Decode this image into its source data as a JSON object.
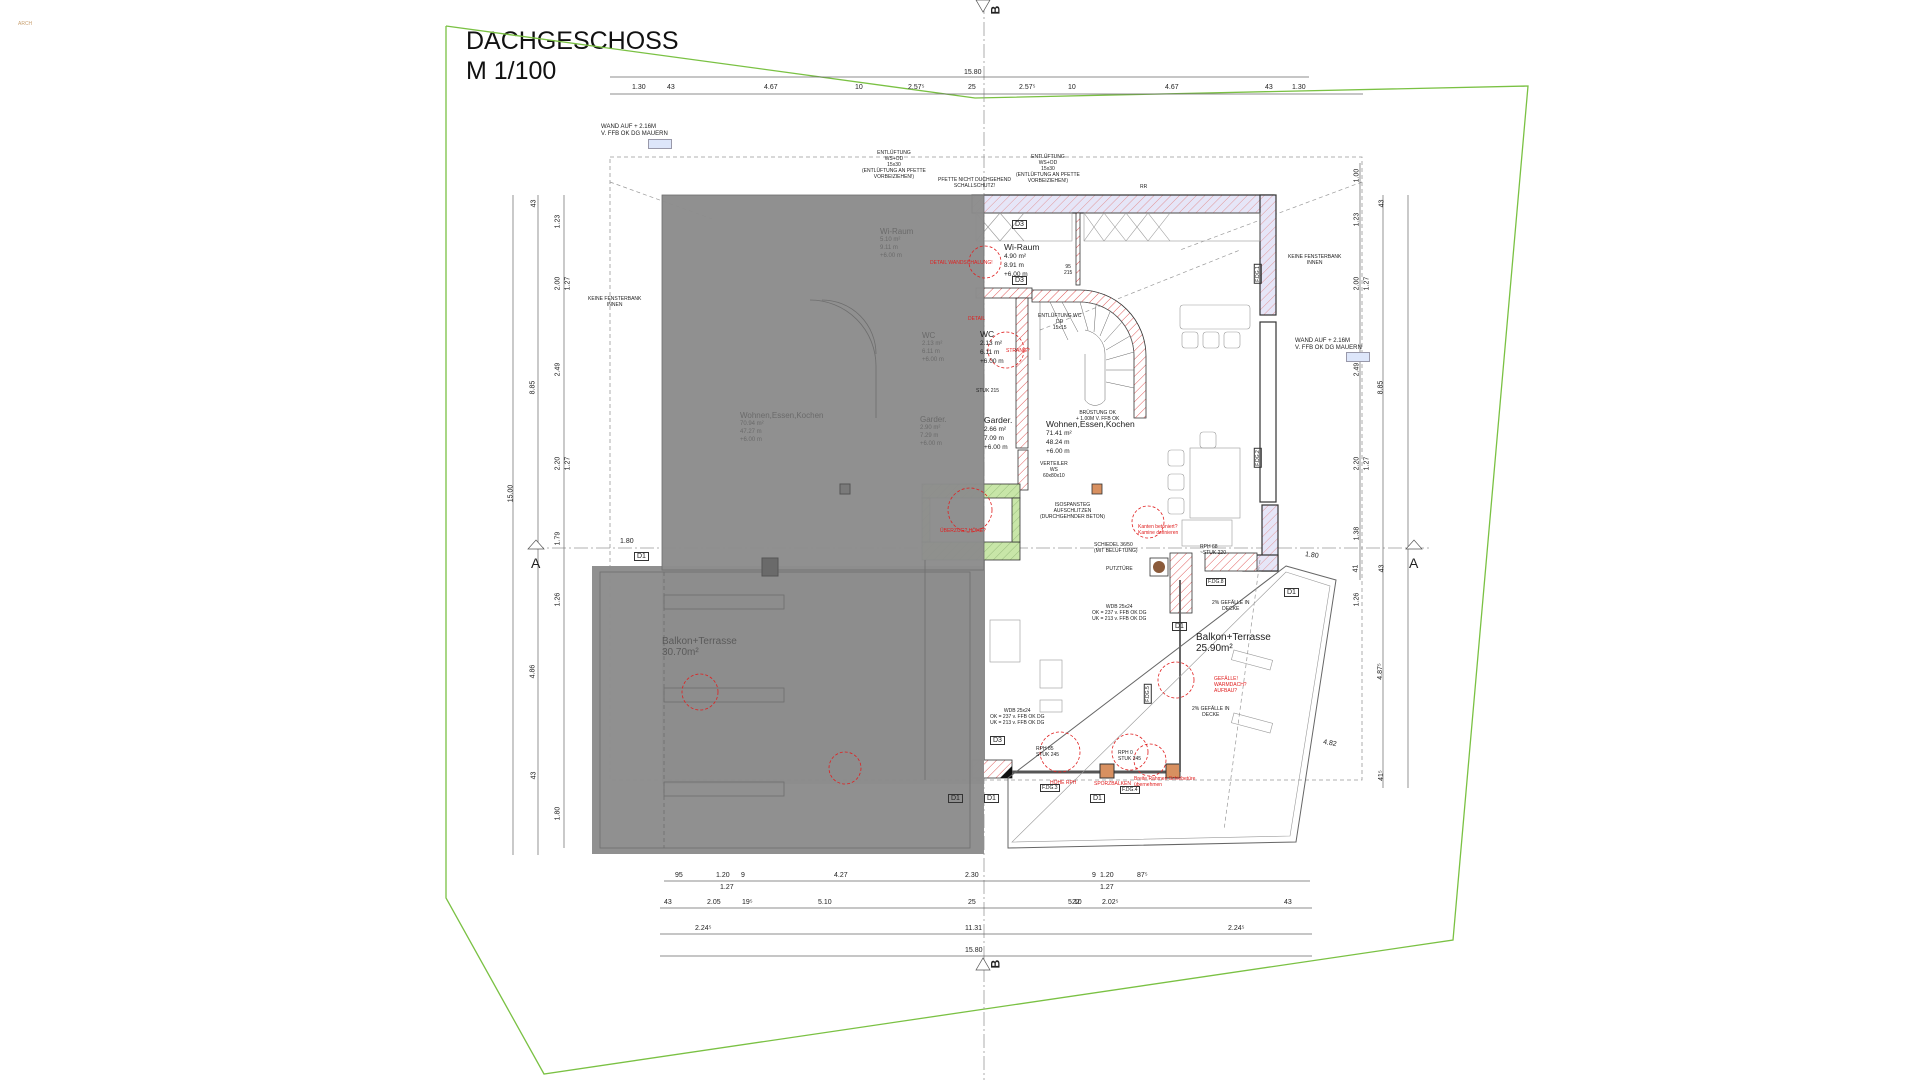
{
  "drawing": {
    "title": "DACHGESCHOSS",
    "scale": "M 1/100",
    "corner_logo": "ARCH",
    "section_markers": {
      "A_left": "A",
      "A_right": "A",
      "B_top": "B",
      "B_bottom": "B"
    },
    "colors": {
      "plot_boundary": "#7ac143",
      "greyed_overlay": "#8c8c8c",
      "wall_hatch": "#e05a5a",
      "wall_fill": "#e6e6f8",
      "iso_fill": "#c8e6a8",
      "revision_cloud": "#e02020"
    }
  },
  "dimensions": {
    "top_total": "15.80",
    "top_chain": [
      "1.30",
      "43",
      "4.67",
      "10",
      "2.57⁵",
      "25",
      "2.57⁵",
      "10",
      "4.67",
      "43",
      "1.30"
    ],
    "bottom_row1": [
      "95",
      "1.20",
      "9",
      "4.27",
      "2.30",
      "9",
      "1.20",
      "87⁵"
    ],
    "bottom_row1_sub": [
      "1.27",
      "1.27"
    ],
    "bottom_row2": [
      "43",
      "2.05",
      "19⁵",
      "5.10",
      "25",
      "5.10",
      "22",
      "2.02⁵",
      "43"
    ],
    "bottom_row3": [
      "2.24⁵",
      "11.31",
      "2.24⁵"
    ],
    "bottom_total": "15.80",
    "left_outer": "15.00",
    "left_mid": [
      "43",
      "8.85",
      "4.86",
      "43"
    ],
    "left_inner": [
      "1.23",
      "2.00",
      "1.27",
      "2.49",
      "2.20",
      "1.27",
      "1.79",
      "1.26",
      "1.80"
    ],
    "left_horizontal": "1.80",
    "right_outer": [
      "1.00",
      "1.23",
      "2.00",
      "1.27",
      "2.49",
      "2.20",
      "1.27",
      "1.38",
      "41",
      "1.26"
    ],
    "right_mid": [
      "43",
      "8.85",
      "43",
      "4.87⁵",
      "41⁵"
    ],
    "right_diag": [
      "1.80",
      "4.82"
    ]
  },
  "rooms_active": [
    {
      "name": "Wi-Raum",
      "area": "4.90 m²",
      "perimeter": "8.91 m",
      "height": "+6.00 m"
    },
    {
      "name": "WC",
      "area": "2.13 m²",
      "perimeter": "6.11 m",
      "height": "+6.00 m"
    },
    {
      "name": "Garder.",
      "area": "2.66 m²",
      "perimeter": "7.09 m",
      "height": "+6.00 m"
    },
    {
      "name": "Wohnen,Essen,Kochen",
      "area": "71.41 m²",
      "perimeter": "48.24 m",
      "height": "+6.00 m"
    },
    {
      "name": "Balkon+Terrasse",
      "area": "25.90m²"
    }
  ],
  "rooms_greyed": [
    {
      "name": "Wi-Raum",
      "area": "5.10 m²",
      "perimeter": "9.11 m",
      "height": "+6.00 m"
    },
    {
      "name": "WC",
      "area": "2.13 m²",
      "perimeter": "6.11 m",
      "height": "+6.00 m"
    },
    {
      "name": "Garder.",
      "area": "2.90 m²",
      "perimeter": "7.29 m",
      "height": "+6.00 m"
    },
    {
      "name": "Wohnen,Essen,Kochen",
      "area": "70.94 m²",
      "perimeter": "47.27 m",
      "height": "+6.00 m"
    },
    {
      "name": "Balkon+Terrasse",
      "area": "30.70m²"
    }
  ],
  "annotations": {
    "wand_left": [
      "WAND AUF + 2.16M",
      "V. FFB OK DG MAUERN"
    ],
    "wand_right": [
      "WAND AUF + 2.16M",
      "V. FFB OK DG MAUERN"
    ],
    "entlueftung": [
      "ENTLÜFTUNG",
      "WS+OD",
      "15x30",
      "(ENTLÜFTUNG AN PFETTE",
      "VORBEIZIEHEN!)"
    ],
    "pfette": [
      "PFETTE NICHT DUCHGEHEND",
      "SCHALLSCHUTZ!"
    ],
    "keine_fensterbank": [
      "KEINE FENSTERBANK",
      "INNEN"
    ],
    "entlueftung_wc": [
      "ENTLÜFTUNG WC",
      "DD",
      "15x15"
    ],
    "bruestung": [
      "BRÜSTUNG OK",
      "+ 1.00M V. FFB OK"
    ],
    "verteiler": [
      "VERTEILER",
      "WS",
      "60x80x10"
    ],
    "isospansteg": [
      "ISOSPANSTEG",
      "AUFSCHLITZEN",
      "(DURCHGEHNDER BETON)"
    ],
    "schiedel": [
      "SCHIEDEL 36/50",
      "(MIT BELÜFTUNG)"
    ],
    "putztuere": "PUTZTÜRE",
    "wdb_1": [
      "WDB 25x24",
      "OK = 237 v. FFB OK DG",
      "UK = 213 v. FFB OK DG"
    ],
    "gefaelle": [
      "2% GEFÄLLE IN",
      "DECKE"
    ],
    "rph_68": [
      "RPH 68",
      "~STUK 220"
    ],
    "rph_85": [
      "RPH 85",
      "STUK 245"
    ],
    "rph_0": [
      "RPH 0",
      "STUK 245"
    ],
    "stuk_215": "STUK 215",
    "stuk_245": "STUK 245",
    "door_95_215": [
      "95",
      "215"
    ],
    "rr": "RR"
  },
  "red_notes": [
    "DETAIL WANDSCHALUNG!",
    "STRANG?",
    "DETAIL",
    "ÜBERZUG? HÖHE?",
    "Kanten betoniert? Kamine definieren",
    "GEFÄLLE! WARMDACH? AUFBAU?",
    "HÖHE RPH",
    "SPORZBALKEN",
    "Breite Rahmen Schiebetüre übernehmen"
  ],
  "tags": [
    "D1",
    "D1",
    "D1",
    "D1",
    "D1",
    "D1",
    "D3",
    "D3",
    "D3",
    "F.DG.3",
    "F.DG.4",
    "F.DG.1",
    "F.DG.2",
    "F.DG.8",
    "F.DG.5"
  ]
}
